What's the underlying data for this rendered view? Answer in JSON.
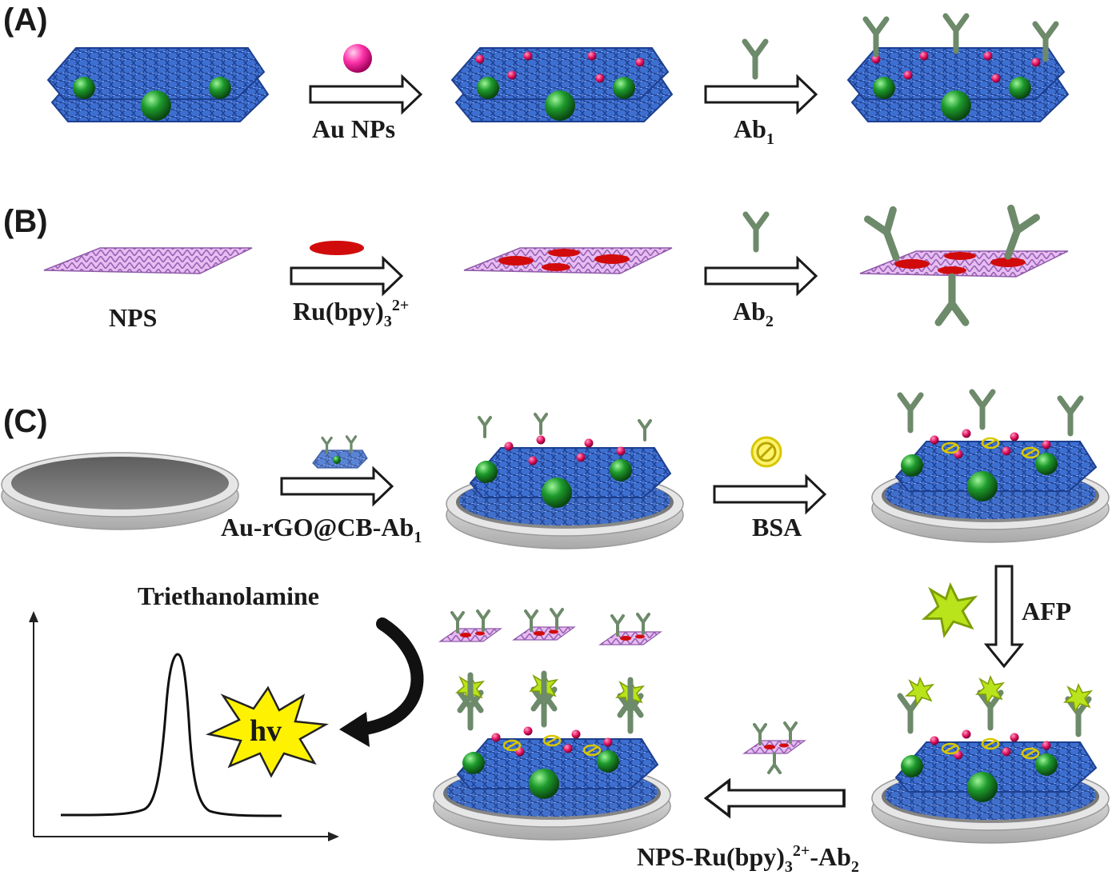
{
  "panels": {
    "a": "(A)",
    "b": "(B)",
    "c": "(C)"
  },
  "steps": {
    "a1": "Au NPs",
    "a2_main": "Ab",
    "a2_sub": "1",
    "b_start": "NPS",
    "b1_main": "Ru(bpy)",
    "b1_sub": "3",
    "b1_sup": "2+",
    "b2_main": "Ab",
    "b2_sub": "2",
    "c1_main": "Au-rGO@CB-Ab",
    "c1_sub": "1",
    "c2": "BSA",
    "c3": "AFP",
    "c4_main": "NPS-Ru(bpy)",
    "c4_sub": "3",
    "c4_sup": "2+",
    "c4_tail": "-Ab",
    "c4_tail_sub": "2",
    "coreactant": "Triethanolamine",
    "emission": "hv"
  },
  "colors": {
    "graphene": "#3d6fd0",
    "graphene_dark": "#1d3f8f",
    "au_np": "#e0115f",
    "au_np_large": "#ff33aa",
    "carbon_black": "#1c8a2a",
    "antibody": "#6d8a6a",
    "nps_sheet": "#d9a6e8",
    "nps_edge": "#8e5aa8",
    "ru_complex": "#d10b0b",
    "electrode_top": "#7a7a7a",
    "electrode_rim": "#d2d2d2",
    "bsa": "#f5e400",
    "afp": "#b9e31b",
    "hv_burst": "#fff200",
    "text": "#1a1a1a"
  },
  "icons": [
    "graphene-sheet-icon",
    "gold-nanoparticle-icon",
    "carbon-black-sphere-icon",
    "antibody-icon",
    "nps-sheet-icon",
    "ru-complex-icon",
    "electrode-disk-icon",
    "bsa-blocker-icon",
    "afp-antigen-icon",
    "light-burst-icon",
    "ecl-peak-icon",
    "curved-arrow-icon",
    "process-arrow-icon"
  ]
}
